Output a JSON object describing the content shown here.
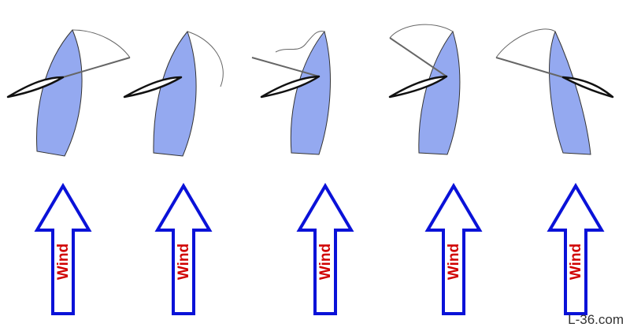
{
  "diagram": {
    "arrow_label": "Wind",
    "credit": "L-36.com",
    "colors": {
      "hull_fill": "#94a9f0",
      "hull_stroke": "#333333",
      "arrow_stroke": "#0a12d8",
      "label_color": "#d00000",
      "sail_stroke": "#111111",
      "arc_stroke": "#666666"
    },
    "boats": [
      {
        "name": "boat-1",
        "wind_label": "Wind"
      },
      {
        "name": "boat-2",
        "wind_label": "Wind"
      },
      {
        "name": "boat-3",
        "wind_label": "Wind"
      },
      {
        "name": "boat-4",
        "wind_label": "Wind"
      },
      {
        "name": "boat-5",
        "wind_label": "Wind"
      }
    ]
  }
}
